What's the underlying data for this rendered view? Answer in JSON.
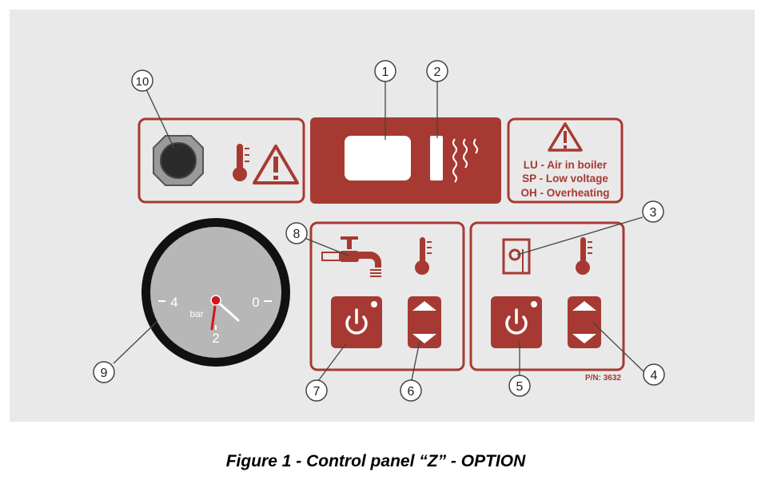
{
  "caption": "Figure 1 - Control panel “Z” - OPTION",
  "colors": {
    "background": "#e9e9e9",
    "panel_red": "#a63a32",
    "gauge_face": "#b7b7b7",
    "gauge_ring": "#111111",
    "callout": "#444444"
  },
  "callouts": [
    "1",
    "2",
    "3",
    "4",
    "5",
    "6",
    "7",
    "8",
    "9",
    "10"
  ],
  "error_codes": [
    "LU - Air in boiler",
    "SP - Low voltage",
    "OH - Overheating"
  ],
  "gauge": {
    "unit": "bar",
    "tick_left": "4",
    "tick_right": "0",
    "tick_bottom": "2"
  },
  "part_number": "P/N: 3632",
  "icons": [
    "warning-triangle-icon",
    "thermometer-icon",
    "tap-icon",
    "boiler-icon",
    "power-icon",
    "up-down-arrows-icon",
    "heat-waves-icon",
    "cable-gland-icon"
  ]
}
